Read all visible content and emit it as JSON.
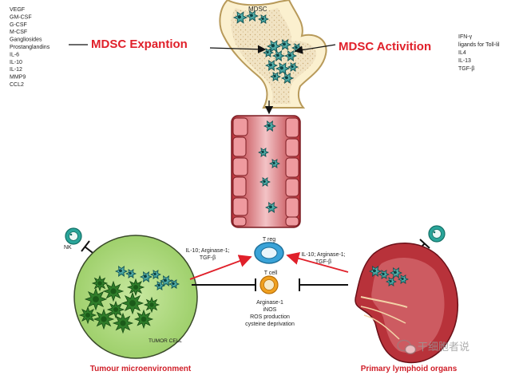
{
  "bone": {
    "label": "MDSC"
  },
  "expansion": {
    "title": "MDSC Expantion",
    "factors": [
      "VEGF",
      "GM-CSF",
      "G-CSF",
      "M-CSF",
      "Gangliosides",
      "Prostanglandins",
      "IL-6",
      "IL-10",
      "IL-12",
      "MMP9",
      "CCL2"
    ]
  },
  "activation": {
    "title": "MDSC Activition",
    "factors": [
      "IFN-γ",
      "ligands for Toll-lil",
      "IL4",
      "IL-13",
      "TGF-β"
    ]
  },
  "center": {
    "treg_label": "T reg",
    "tcell_label": "T cell",
    "mechanisms": [
      "Arginase-1",
      "iNOS",
      "ROS production",
      "cysteine deprivation"
    ]
  },
  "left_panel": {
    "nk_label": "NK",
    "signals_line1": "IL-10; Arginase-1;",
    "signals_line2": "TGF-β",
    "tumor_label": "TUMOR CELL",
    "caption": "Tumour microenvironment"
  },
  "right_panel": {
    "signals_line1": "IL-10; Arginase-1;",
    "signals_line2": "TGF-β",
    "caption": "Primary lymphoid organs"
  },
  "watermark": {
    "text": "干细胞者说"
  },
  "colors": {
    "accent_red": "#e0202a",
    "caption_red": "#d0202a",
    "mdsc_teal": "#1f8a8a",
    "tumor_green": "#a9d67a",
    "tumor_cell": "#2f7d2a",
    "vessel_red": "#c8383f",
    "spleen_red": "#b8323a",
    "treg_blue": "#3aa3d8",
    "tcell_orange": "#f0a020"
  }
}
